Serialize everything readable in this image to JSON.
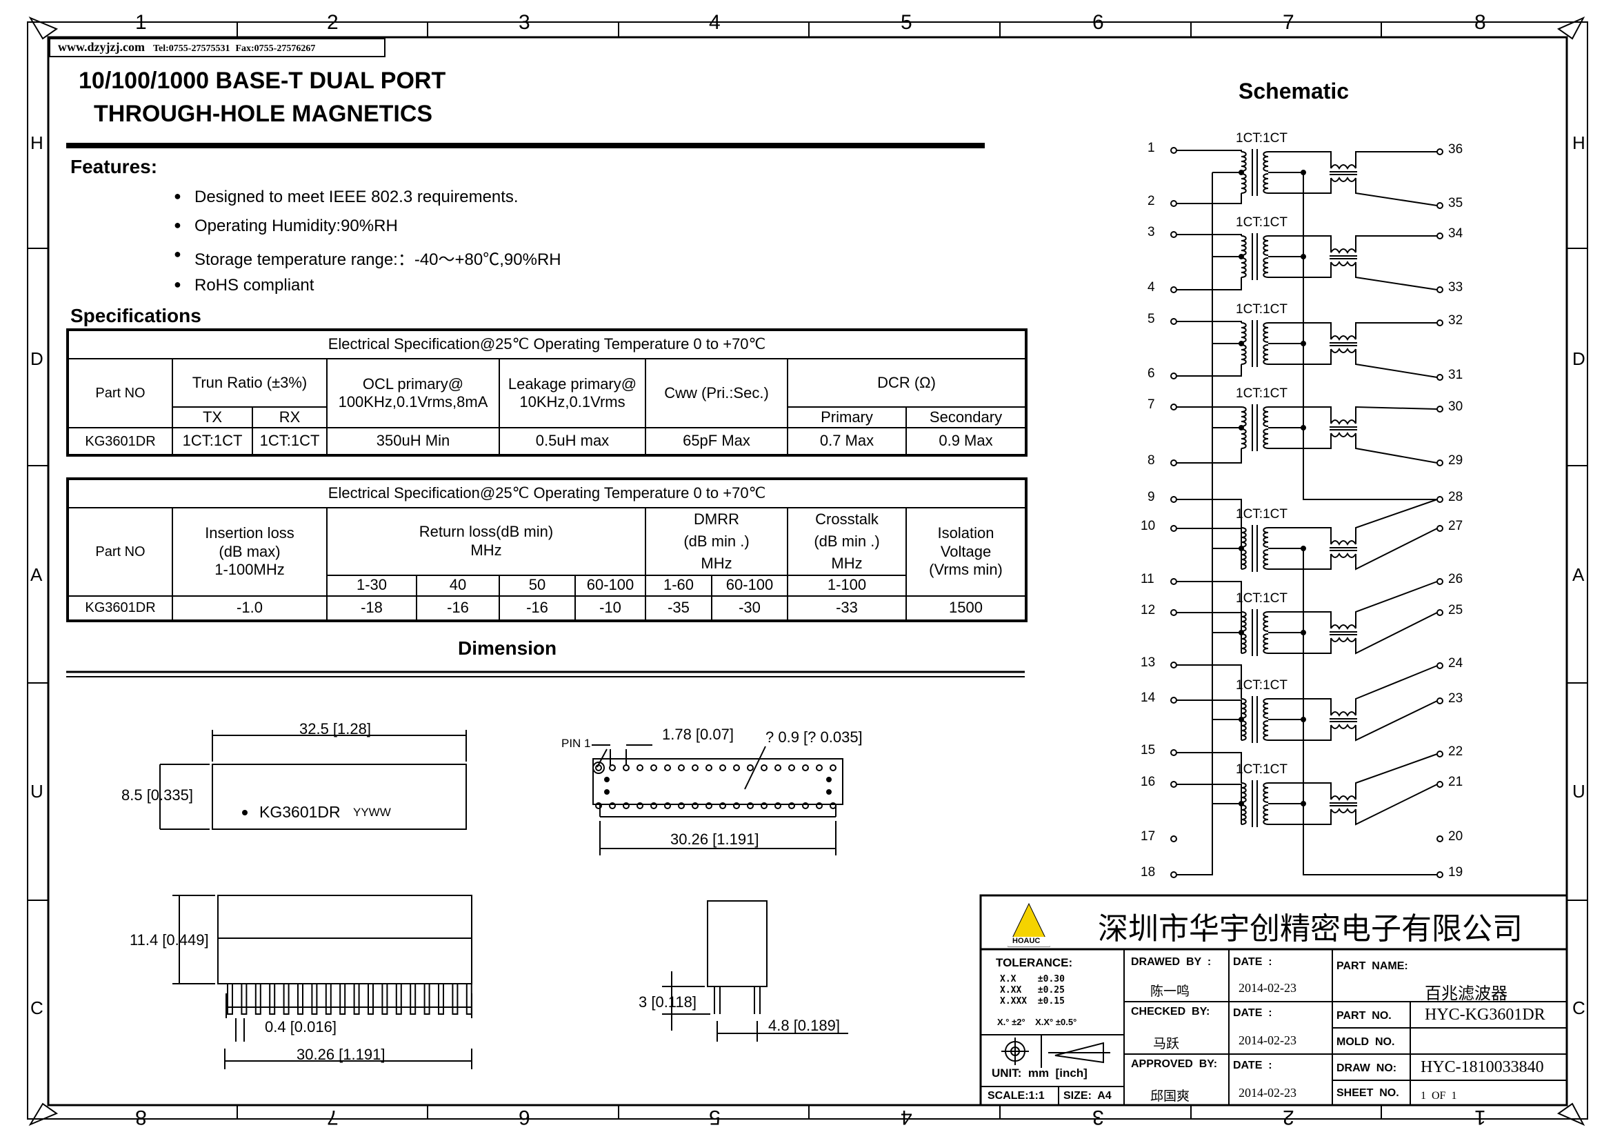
{
  "header": {
    "website": "www.dzyjzj.com",
    "tel": "Tel:0755-27575531",
    "fax": "Fax:0755-27576267",
    "title_line1": "10/100/1000 BASE-T DUAL PORT",
    "title_line2": "THROUGH-HOLE MAGNETICS"
  },
  "border": {
    "top_numbers": [
      "1",
      "2",
      "3",
      "4",
      "5",
      "6",
      "7",
      "8"
    ],
    "bottom_numbers": [
      "8",
      "7",
      "6",
      "5",
      "4",
      "3",
      "2",
      "1"
    ],
    "left_letters": [
      "H",
      "D",
      "A",
      "U",
      "C"
    ],
    "right_letters": [
      "H",
      "D",
      "A",
      "U",
      "C"
    ]
  },
  "features": {
    "heading": "Features:",
    "items": [
      "Designed to meet IEEE 802.3 requirements.",
      "Operating Humidity:90%RH",
      "Storage temperature range:：-40～+80℃,90%RH",
      "RoHS compliant"
    ]
  },
  "specifications": {
    "heading": "Specifications",
    "table1": {
      "title": "Electrical Specification@25℃   Operating Temperature 0 to +70℃",
      "part_no_label": "Part  NO",
      "turn_ratio": "Trun Ratio  (±3%)",
      "tx": "TX",
      "rx": "RX",
      "ocl_line1": "OCL primary@",
      "ocl_line2": "100KHz,0.1Vrms,8mA",
      "leak_line1": "Leakage primary@",
      "leak_line2": "10KHz,0.1Vrms",
      "cww": "Cww  (Pri.:Sec.)",
      "dcr": "DCR (Ω)",
      "primary": "Primary",
      "secondary": "Secondary",
      "row": [
        "KG3601DR",
        "1CT:1CT",
        "1CT:1CT",
        "350uH Min",
        "0.5uH max",
        "65pF Max",
        "0.7 Max",
        "0.9 Max"
      ]
    },
    "table2": {
      "title": "Electrical Specification@25℃   Operating Temperature 0 to +70℃",
      "part_no_label": "Part  NO",
      "ins_line1": "Insertion loss",
      "ins_line2": "(dB max)",
      "ins_line3": "1-100MHz",
      "ret_line1": "Return loss(dB min)",
      "ret_line2": "MHz",
      "dmrr_line1": "DMRR",
      "dmrr_line2": "(dB min .)",
      "dmrr_line3": "MHz",
      "xt_line1": "Crosstalk",
      "xt_line2": "(dB min .)",
      "xt_line3": "MHz",
      "iso_line1": "Isolation",
      "iso_line2": "Voltage",
      "iso_line3": "(Vrms min)",
      "sub": [
        "1-30",
        "40",
        "50",
        "60-100",
        "1-60",
        "60-100",
        "1-100"
      ],
      "row": [
        "KG3601DR",
        "-1.0",
        "-18",
        "-16",
        "-16",
        "-10",
        "-35",
        "-30",
        "-33",
        "1500"
      ]
    }
  },
  "dimension": {
    "heading": "Dimension",
    "top_width": "32.5 [1.28]",
    "top_height": "8.5 [0.335]",
    "marking": "KG3601DR",
    "datecode": "YYWW",
    "pin1": "PIN 1",
    "pitch": "1.78 [0.07]",
    "hole": "? 0.9 [? 0.035]",
    "pin_span": "30.26 [1.191]",
    "side_height": "11.4 [0.449]",
    "pin_dia": "0.4 [0.016]",
    "side_span": "30.26 [1.191]",
    "end_pin_len": "3 [0.118]",
    "end_width": "4.8 [0.189]"
  },
  "schematic": {
    "heading": "Schematic",
    "ratio_label": "1CT:1CT",
    "left_pins": [
      "1",
      "2",
      "3",
      "4",
      "5",
      "6",
      "7",
      "8",
      "9",
      "10",
      "11",
      "12",
      "13",
      "14",
      "15",
      "16",
      "17",
      "18"
    ],
    "right_pins": [
      "36",
      "35",
      "34",
      "33",
      "32",
      "31",
      "30",
      "29",
      "28",
      "27",
      "26",
      "25",
      "24",
      "23",
      "22",
      "21",
      "20",
      "19"
    ]
  },
  "title_block": {
    "company": "深圳市华宇创精密电子有限公司",
    "logo_text": "HOAUC",
    "tolerance_label": "TOLERANCE:",
    "tol1": "X.X    ±0.30",
    "tol2": "X.XX   ±0.25",
    "tol3": "X.XXX  ±0.15",
    "tol4": "X.° ±2°    X.X° ±0.5°",
    "unit": "UNIT:  mm  [inch]",
    "scale": "SCALE:1:1",
    "size": "SIZE:  A4",
    "drawn_by": "DRAWED  BY  :",
    "drawn_name": "陈一鸣",
    "checked_by": "CHECKED  BY:",
    "checked_name": "马跃",
    "approved_by": "APPROVED  BY:",
    "approved_name": "邱国爽",
    "date_label": "DATE  :",
    "date1": "2014-02-23",
    "date2": "2014-02-23",
    "date3": "2014-02-23",
    "part_name_label": "PART  NAME:",
    "part_name": "百兆滤波器",
    "part_no_label": "PART  NO.",
    "part_no": "HYC-KG3601DR",
    "mold_no_label": "MOLD  NO.",
    "draw_no_label": "DRAW  NO:",
    "draw_no": "HYC-1810033840",
    "sheet_label": "SHEET  NO.",
    "sheet": "1  OF  1"
  }
}
